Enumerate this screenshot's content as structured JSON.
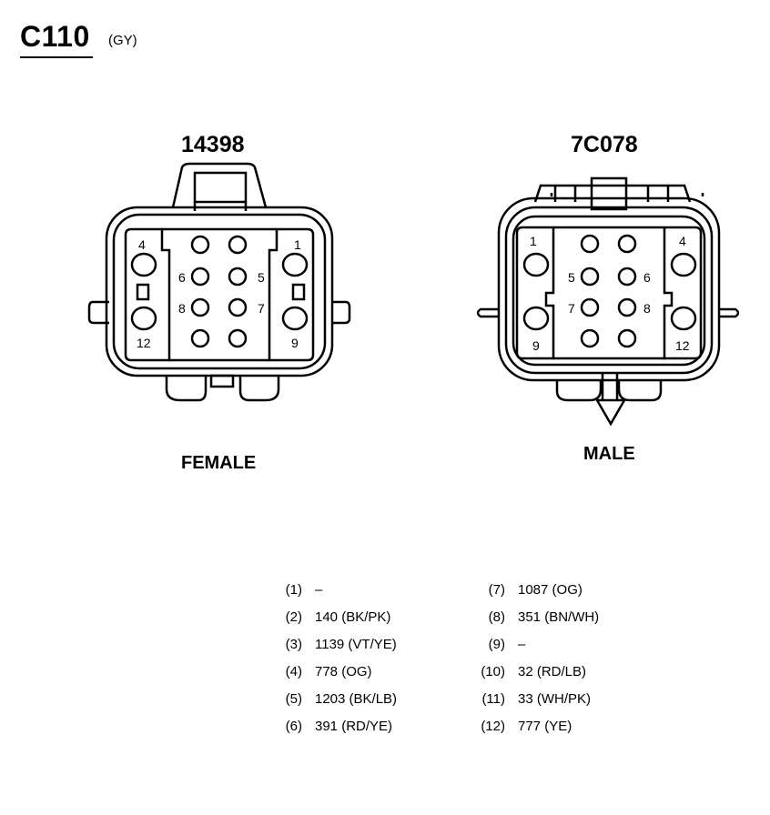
{
  "header": {
    "connector_id": "C110",
    "color_code": "(GY)"
  },
  "connectors": {
    "left": {
      "part_number": "14398",
      "gender": "FEMALE",
      "pin_labels": [
        "4",
        "1",
        "6",
        "5",
        "8",
        "7",
        "12",
        "9"
      ]
    },
    "right": {
      "part_number": "7C078",
      "gender": "MALE",
      "pin_labels": [
        "1",
        "4",
        "5",
        "6",
        "7",
        "8",
        "9",
        "12"
      ]
    }
  },
  "pinout": {
    "left_column": [
      {
        "pin": "(1)",
        "circuit": "–"
      },
      {
        "pin": "(2)",
        "circuit": "140 (BK/PK)"
      },
      {
        "pin": "(3)",
        "circuit": "1139 (VT/YE)"
      },
      {
        "pin": "(4)",
        "circuit": "778 (OG)"
      },
      {
        "pin": "(5)",
        "circuit": "1203 (BK/LB)"
      },
      {
        "pin": "(6)",
        "circuit": "391 (RD/YE)"
      }
    ],
    "right_column": [
      {
        "pin": "(7)",
        "circuit": "1087 (OG)"
      },
      {
        "pin": "(8)",
        "circuit": "351 (BN/WH)"
      },
      {
        "pin": "(9)",
        "circuit": "–"
      },
      {
        "pin": "(10)",
        "circuit": "32 (RD/LB)"
      },
      {
        "pin": "(11)",
        "circuit": "33 (WH/PK)"
      },
      {
        "pin": "(12)",
        "circuit": "777 (YE)"
      }
    ]
  }
}
